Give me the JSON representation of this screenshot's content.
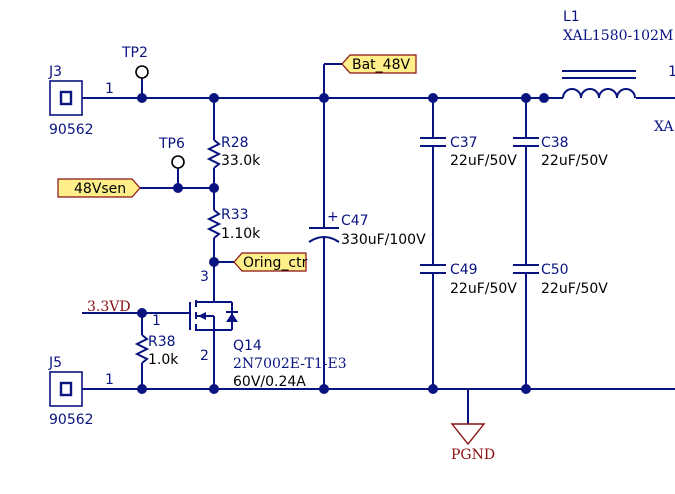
{
  "connectors": {
    "j3": {
      "ref": "J3",
      "part": "90562",
      "pin": "1"
    },
    "j5": {
      "ref": "J5",
      "part": "90562",
      "pin": "1"
    }
  },
  "test_points": {
    "tp2": "TP2",
    "tp6": "TP6"
  },
  "net_labels": {
    "bat_48v": "Bat_48V",
    "vsen_48": "48Vsen",
    "oring_ctr": "Oring_ctr",
    "v3_3": "3.3VD",
    "pgnd": "PGND"
  },
  "resistors": {
    "r28": {
      "ref": "R28",
      "value": "33.0k"
    },
    "r33": {
      "ref": "R33",
      "value": "1.10k"
    },
    "r38": {
      "ref": "R38",
      "value": "1.0k"
    }
  },
  "capacitors": {
    "c47": {
      "ref": "C47",
      "value": "330uF/100V",
      "polarity": "+"
    },
    "c37": {
      "ref": "C37",
      "value": "22uF/50V"
    },
    "c38": {
      "ref": "C38",
      "value": "22uF/50V"
    },
    "c49": {
      "ref": "C49",
      "value": "22uF/50V"
    },
    "c50": {
      "ref": "C50",
      "value": "22uF/50V"
    }
  },
  "mosfet": {
    "ref": "Q14",
    "part": "2N7002E-T1-E3",
    "rating": "60V/0.24A",
    "pin_gate": "1",
    "pin_source": "2",
    "pin_drain": "3"
  },
  "inductor": {
    "ref": "L1",
    "part": "XAL1580-102M",
    "part_cut": "XA"
  },
  "colors": {
    "wire": "#0a1480",
    "label_red": "#8a1010",
    "flag_fill": "#ffef8a"
  }
}
